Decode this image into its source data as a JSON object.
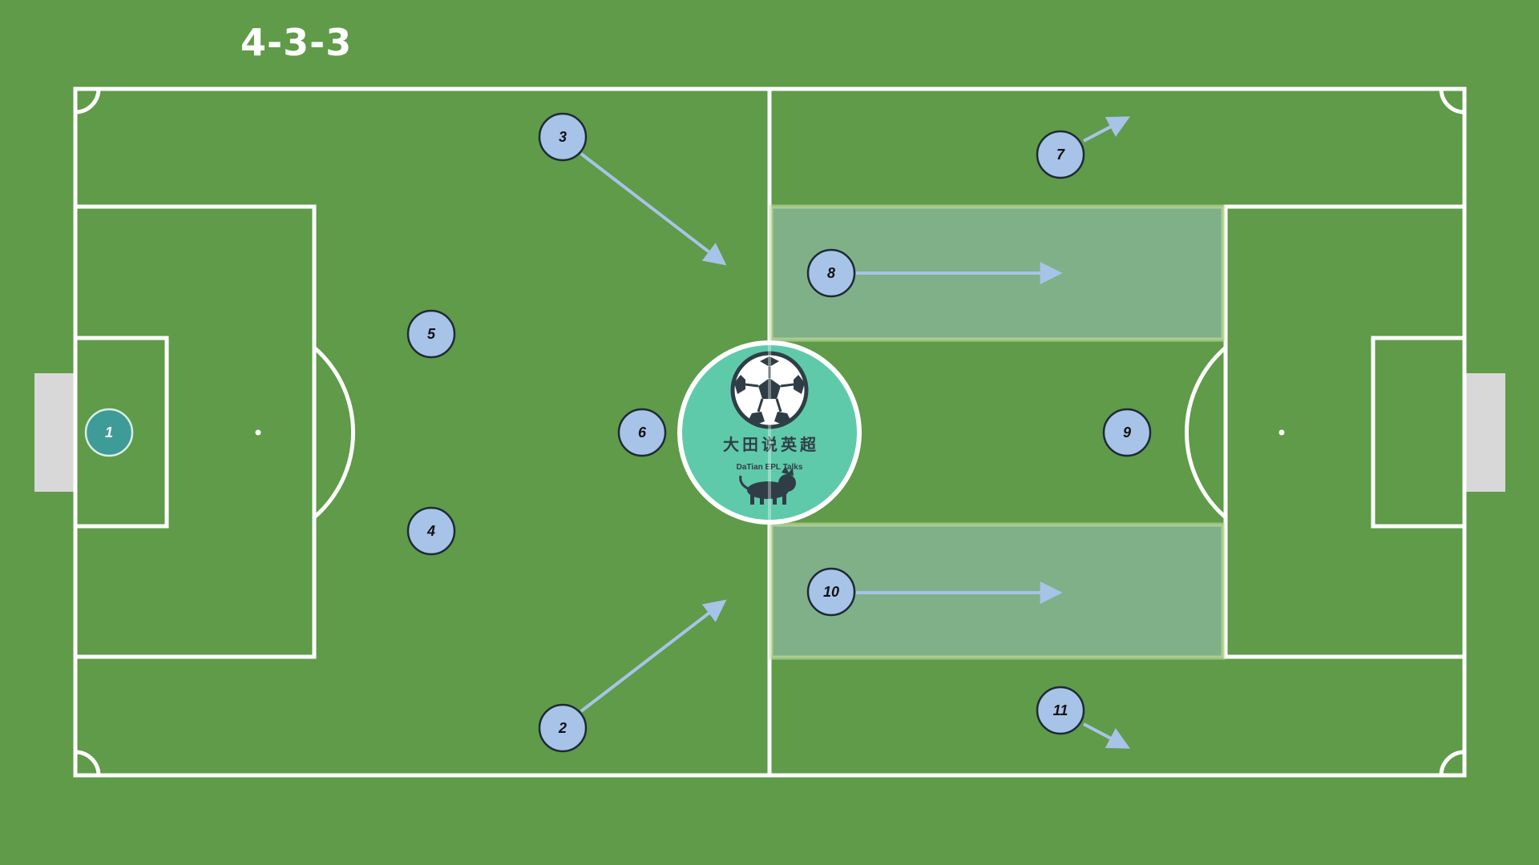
{
  "formation": "4-3-3",
  "logo": {
    "cn": "大田说英超",
    "en": "DaTian EPL Talks"
  },
  "colors": {
    "pitch": "#5f9b48",
    "lines": "#ffffff",
    "player_fill": "#a8c3e8",
    "goalkeeper_fill": "#3f9b98",
    "arrow": "#a8c3e8",
    "lane": "#a9c9d8",
    "logo": "#5fcaaa",
    "goal": "#d8d8d8"
  },
  "players": [
    {
      "num": "1",
      "role": "goalkeeper"
    },
    {
      "num": "2"
    },
    {
      "num": "3"
    },
    {
      "num": "4"
    },
    {
      "num": "5"
    },
    {
      "num": "6"
    },
    {
      "num": "7"
    },
    {
      "num": "8"
    },
    {
      "num": "9"
    },
    {
      "num": "10"
    },
    {
      "num": "11"
    }
  ]
}
